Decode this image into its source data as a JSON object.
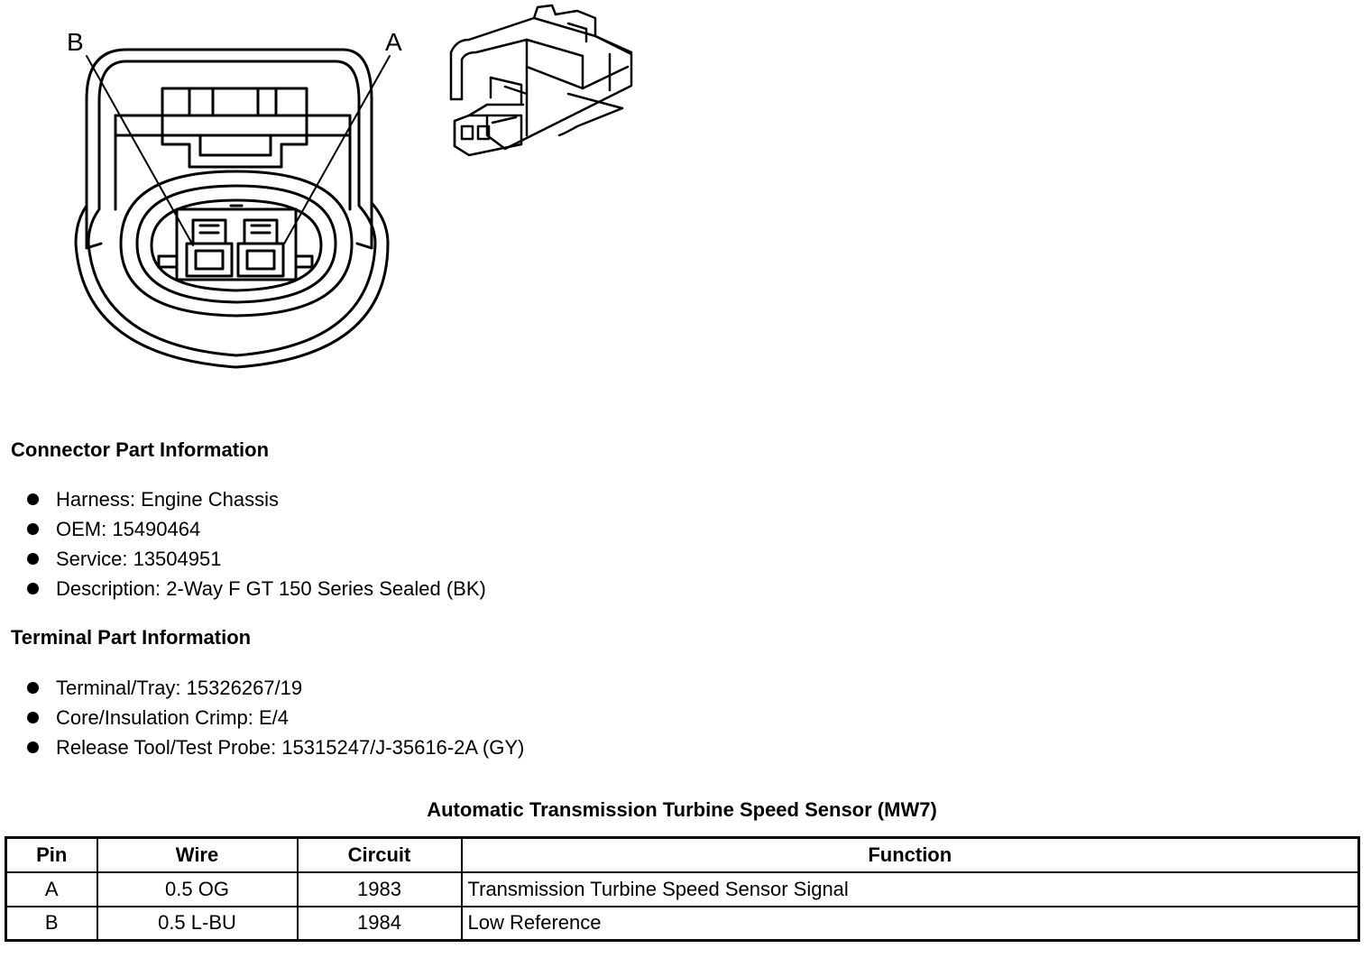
{
  "figure": {
    "callout_b": "B",
    "callout_a": "A"
  },
  "connector_info": {
    "heading": "Connector Part Information",
    "items": [
      "Harness: Engine Chassis",
      "OEM: 15490464",
      "Service: 13504951",
      "Description: 2-Way F GT 150 Series Sealed (BK)"
    ]
  },
  "terminal_info": {
    "heading": "Terminal Part Information",
    "items": [
      "Terminal/Tray: 15326267/19",
      "Core/Insulation Crimp: E/4",
      "Release Tool/Test Probe: 15315247/J-35616-2A (GY)"
    ]
  },
  "pinout_table": {
    "title": "Automatic Transmission Turbine Speed Sensor (MW7)",
    "columns": [
      "Pin",
      "Wire",
      "Circuit",
      "Function"
    ],
    "rows": [
      [
        "A",
        "0.5 OG",
        "1983",
        "Transmission Turbine Speed Sensor Signal"
      ],
      [
        "B",
        "0.5 L-BU",
        "1984",
        "Low Reference"
      ]
    ]
  }
}
